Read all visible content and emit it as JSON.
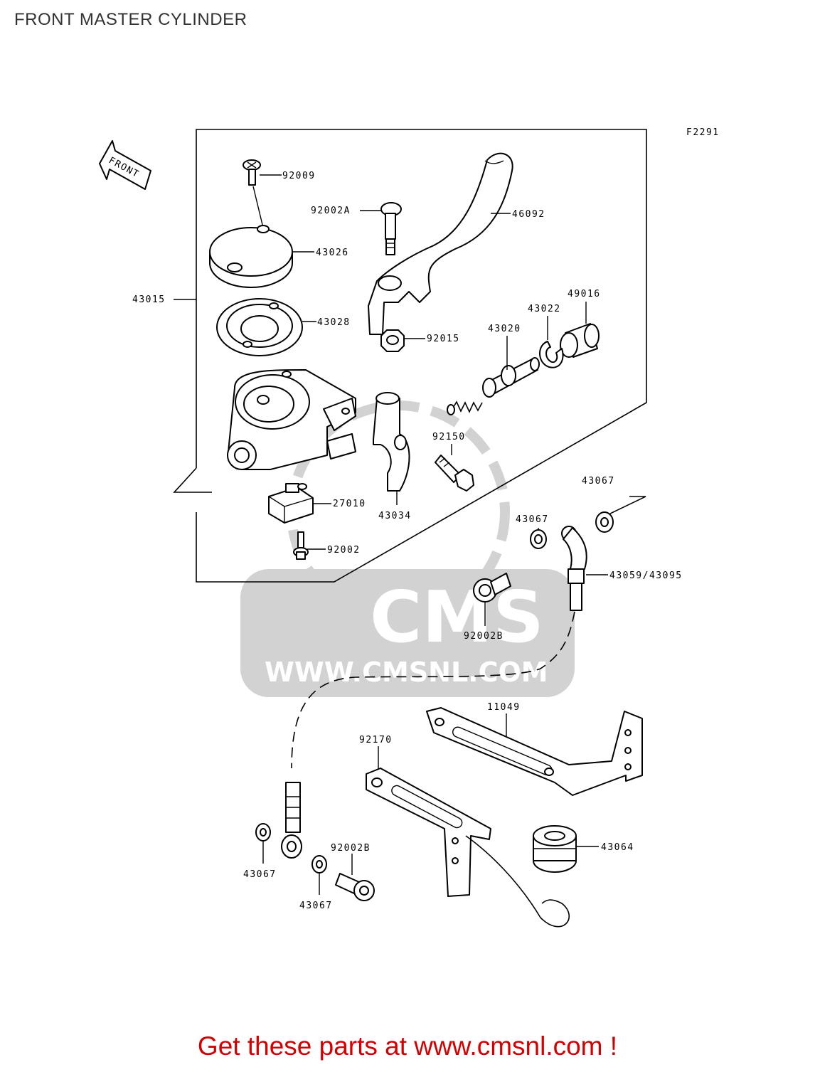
{
  "title": "FRONT MASTER CYLINDER",
  "figure_code": "F2291",
  "front_arrow_label": "FRONT",
  "watermark": {
    "brand": "CMS",
    "url": "WWW.CMSNL.COM"
  },
  "footer": "Get these parts at www.cmsnl.com !",
  "callouts": [
    "92009",
    "92002A",
    "46092",
    "43026",
    "43015",
    "43028",
    "92015",
    "49016",
    "43022",
    "43020",
    "92150",
    "43067",
    "27010",
    "43034",
    "43067",
    "92002",
    "43059/43095",
    "92002B",
    "11049",
    "92170",
    "92002B",
    "43064",
    "43067",
    "43067"
  ]
}
